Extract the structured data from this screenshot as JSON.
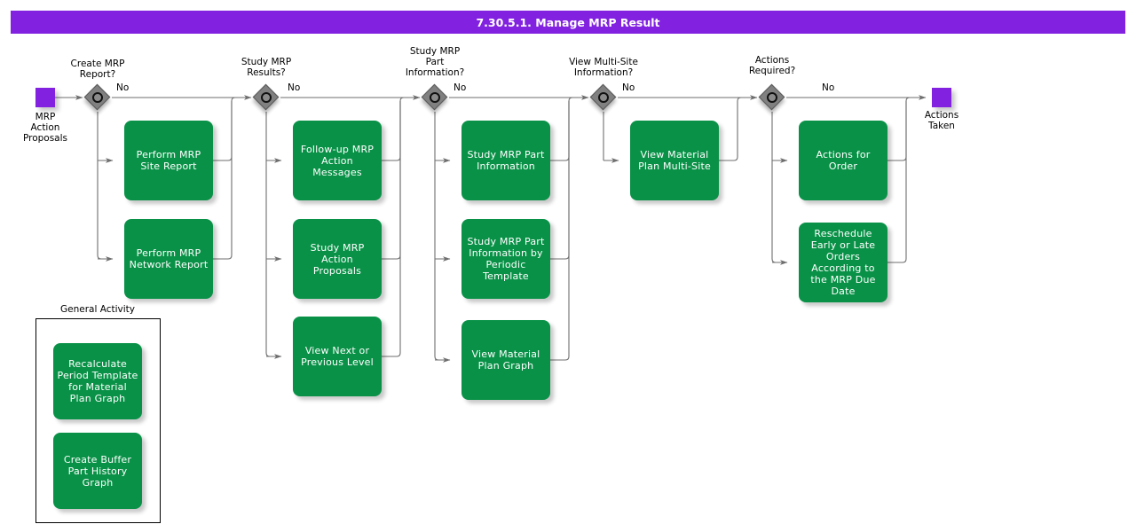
{
  "title": "7.30.5.1. Manage MRP Result",
  "colors": {
    "title_bar": "#8222e0",
    "task_fill": "#099247",
    "terminator_fill": "#8222e0",
    "gateway_fill": "#808080",
    "connector": "#6e6e6e",
    "text_light": "#ffffff",
    "text_dark": "#000000"
  },
  "terminators": [
    {
      "id": "start",
      "label": "MRP\nAction\nProposals",
      "label_line_1": "MRP",
      "label_line_2": "Action",
      "label_line_3": "Proposals"
    },
    {
      "id": "end",
      "label": "Actions\nTaken",
      "label_line_1": "Actions",
      "label_line_2": "Taken"
    }
  ],
  "gateways": [
    {
      "id": "gw1",
      "label_line_1": "Create MRP",
      "label_line_2": "Report?",
      "label_line_3": "",
      "branch_label": "No"
    },
    {
      "id": "gw2",
      "label_line_1": "Study MRP",
      "label_line_2": "Results?",
      "label_line_3": "",
      "branch_label": "No"
    },
    {
      "id": "gw3",
      "label_line_1": "Study MRP",
      "label_line_2": "Part",
      "label_line_3": "Information?",
      "branch_label": "No"
    },
    {
      "id": "gw4",
      "label_line_1": "View Multi-Site",
      "label_line_2": "Information?",
      "label_line_3": "",
      "branch_label": "No"
    },
    {
      "id": "gw5",
      "label_line_1": "Actions",
      "label_line_2": "Required?",
      "label_line_3": "",
      "branch_label": "No"
    }
  ],
  "tasks": [
    {
      "id": "t1",
      "label": "Perform MRP Site Report"
    },
    {
      "id": "t2",
      "label": "Perform MRP Network Report"
    },
    {
      "id": "t3",
      "label": "Follow-up MRP Action Messages"
    },
    {
      "id": "t4",
      "label": "Study MRP Action Proposals"
    },
    {
      "id": "t5",
      "label": "View Next or Previous Level"
    },
    {
      "id": "t6",
      "label": "Study MRP Part Information"
    },
    {
      "id": "t7",
      "label": "Study MRP Part Information by Periodic Template"
    },
    {
      "id": "t8",
      "label": "View Material Plan Graph"
    },
    {
      "id": "t9",
      "label": "View Material Plan Multi-Site"
    },
    {
      "id": "t10",
      "label": "Actions for Order"
    },
    {
      "id": "t11",
      "label": "Reschedule Early or Late Orders According to the MRP Due Date"
    },
    {
      "id": "t12",
      "label": "Recalculate Period Template for Material Plan Graph"
    },
    {
      "id": "t13",
      "label": "Create Buffer Part History Graph"
    }
  ],
  "group": {
    "title": "General Activity"
  }
}
